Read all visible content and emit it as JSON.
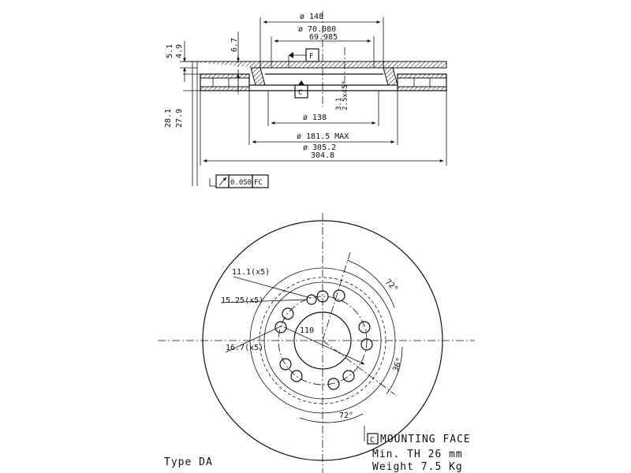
{
  "section": {
    "dia_148": "ø 148",
    "dia_70_upper": "ø 70.080",
    "dia_70_lower": "69.985",
    "datum_f": "F",
    "datum_c": "C",
    "chamfer": "3.1",
    "chamfer_2": "2.5x45°",
    "dia_138": "ø 138",
    "dia_181": "ø 181.5 MAX",
    "dia_305_upper": "ø 305.2",
    "dia_305_lower": "304.8",
    "thick_5_upper": "5.1",
    "thick_5_lower": "4.9",
    "depth_6_7": "6.7",
    "height_28_upper": "28.1",
    "height_28_lower": "27.9",
    "runout_tol": "0.050",
    "runout_ref": "FC"
  },
  "plan": {
    "hole_11": "11.1(x5)",
    "hole_15": "15.25(x5)",
    "hole_16": "16.7(x5)",
    "pcd_110": "110",
    "angle_72_top": "72°",
    "angle_36": "36°",
    "angle_72_bottom": "72°"
  },
  "notes": {
    "mounting_face_box": "C",
    "mounting_face": "MOUNTING FACE",
    "min_th": "Min. TH  26  mm",
    "weight": "Weight   7.5 Kg",
    "type": "Type DA"
  }
}
